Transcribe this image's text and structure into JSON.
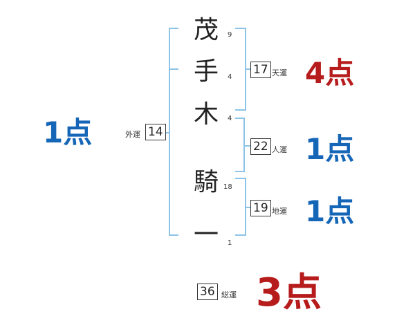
{
  "name_chars": [
    {
      "char": "茂",
      "strokes": "9"
    },
    {
      "char": "手",
      "strokes": "4"
    },
    {
      "char": "木",
      "strokes": "4"
    },
    {
      "char": "騎",
      "strokes": "18"
    },
    {
      "char": "一",
      "strokes": "1"
    }
  ],
  "fortunes": {
    "gaiun": {
      "label": "外運",
      "value": "14",
      "score": "1点"
    },
    "tenun": {
      "label": "天運",
      "value": "17",
      "score": "4点"
    },
    "jinun": {
      "label": "人運",
      "value": "22",
      "score": "1点"
    },
    "chiun": {
      "label": "地運",
      "value": "19",
      "score": "1点"
    },
    "souun": {
      "label": "総運",
      "value": "36",
      "score": "3点"
    }
  },
  "colors": {
    "bracket": "#8cc3e6",
    "score_good": "#1666b8",
    "score_high": "#b71c1c"
  }
}
